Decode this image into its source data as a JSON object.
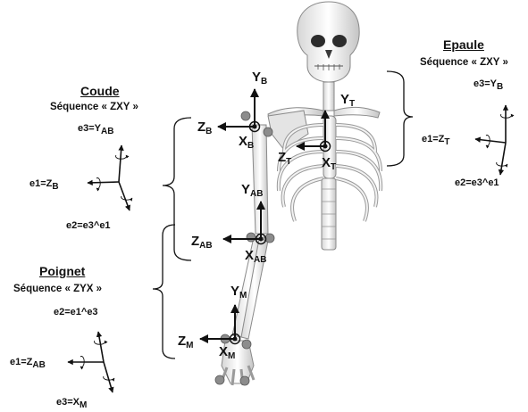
{
  "shoulder": {
    "title": "Epaule",
    "sequence": "Séquence « ZXY »",
    "e3_base": "e3=Y",
    "e3_sub": "B",
    "e1_base": "e1=Z",
    "e1_sub": "T",
    "e2": "e2=e3^e1"
  },
  "elbow": {
    "title": "Coude",
    "sequence": "Séquence « ZXY »",
    "e3_base": "e3=Y",
    "e3_sub": "AB",
    "e1_base": "e1=Z",
    "e1_sub": "B",
    "e2": "e2=e3^e1"
  },
  "wrist": {
    "title": "Poignet",
    "sequence": "Séquence « ZYX »",
    "e2": "e2=e1^e3",
    "e1_base": "e1=Z",
    "e1_sub": "AB",
    "e3_base": "e3=X",
    "e3_sub": "M"
  },
  "frames": {
    "thorax": {
      "y": "Y",
      "y_sub": "T",
      "z": "Z",
      "z_sub": "T",
      "x": "X",
      "x_sub": "T"
    },
    "arm": {
      "y": "Y",
      "y_sub": "B",
      "z": "Z",
      "z_sub": "B",
      "x": "X",
      "x_sub": "B"
    },
    "forearm": {
      "y": "Y",
      "y_sub": "AB",
      "z": "Z",
      "z_sub": "AB",
      "x": "X",
      "x_sub": "AB"
    },
    "hand": {
      "y": "Y",
      "y_sub": "M",
      "z": "Z",
      "z_sub": "M",
      "x": "X",
      "x_sub": "M"
    }
  },
  "icons": [
    "skeleton-illustration",
    "rotation-arrow-icon",
    "coordinate-origin-icon",
    "marker-dot-icon"
  ]
}
